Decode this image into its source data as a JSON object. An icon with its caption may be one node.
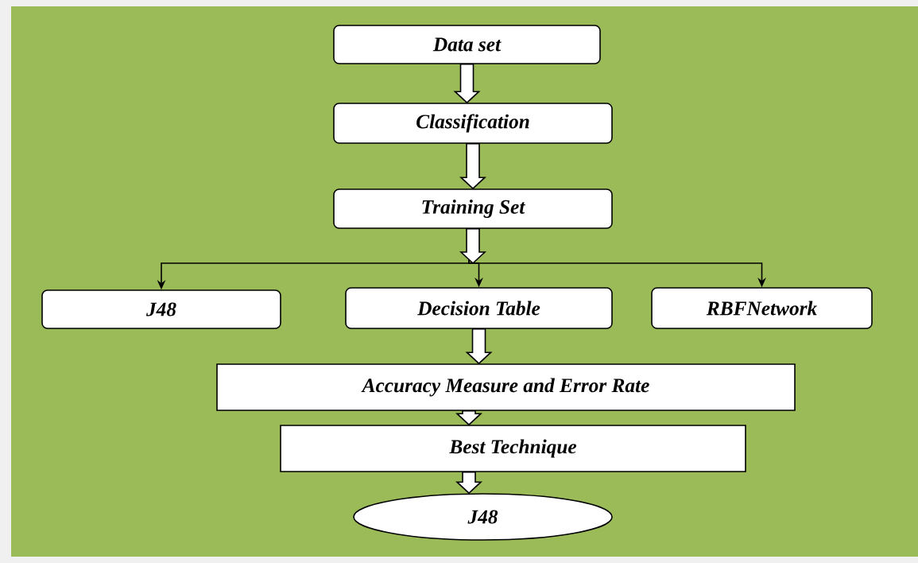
{
  "diagram": {
    "nodes": [
      {
        "text": [
          "Data set"
        ]
      },
      {
        "text": [
          "Classification"
        ]
      },
      {
        "text": [
          "Training Set"
        ]
      },
      {
        "text": [
          "J48"
        ]
      },
      {
        "text": [
          "Decision Table"
        ]
      },
      {
        "text": [
          "RBFNetwork"
        ]
      },
      {
        "text": [
          "Accuracy Measure and Error Rate"
        ]
      },
      {
        "text": [
          "Best Technique"
        ]
      },
      {
        "text": [
          "J48"
        ]
      }
    ],
    "edges": [
      {
        "from": 0,
        "to": 1,
        "arrow": "to",
        "style": "thick"
      },
      {
        "from": 1,
        "to": 2,
        "arrow": "to",
        "style": "thick"
      },
      {
        "from": 2,
        "to": 3,
        "arrow": "to"
      },
      {
        "from": 2,
        "to": 4,
        "arrow": "to"
      },
      {
        "from": 2,
        "to": 5,
        "arrow": "to"
      },
      {
        "from": 4,
        "to": 6,
        "arrow": "to",
        "style": "thick"
      },
      {
        "from": 6,
        "to": 7,
        "arrow": "to",
        "style": "thick"
      },
      {
        "from": 7,
        "to": 8,
        "arrow": "to",
        "style": "thick"
      }
    ]
  }
}
